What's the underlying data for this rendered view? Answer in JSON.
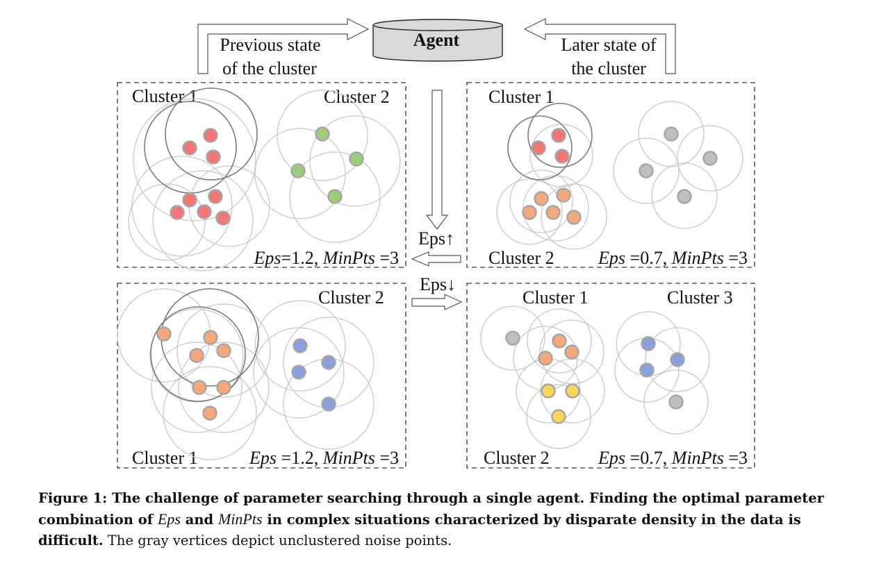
{
  "agent": {
    "label": "Agent"
  },
  "flow": {
    "previous_line1": "Previous state",
    "previous_line2": "of the cluster",
    "later_line1": "Later state of",
    "later_line2": "the cluster",
    "eps_up": "Eps↑",
    "eps_down": "Eps↓"
  },
  "panels": [
    {
      "id": "top-left",
      "labels": [
        {
          "text": "Cluster 1"
        },
        {
          "text": "Cluster 2"
        }
      ],
      "param": {
        "eps_name": "Eps",
        "eps_value": "=1.2, ",
        "minpts_name": "MinPts",
        "minpts_value": " =3"
      }
    },
    {
      "id": "top-right",
      "labels": [
        {
          "text": "Cluster 1"
        },
        {
          "text": "Cluster 2"
        }
      ],
      "param": {
        "eps_name": "Eps",
        "eps_value": " =0.7, ",
        "minpts_name": "MinPts",
        "minpts_value": " =3"
      }
    },
    {
      "id": "bottom-left",
      "labels": [
        {
          "text": "Cluster 2"
        },
        {
          "text": "Cluster 1"
        }
      ],
      "param": {
        "eps_name": "Eps",
        "eps_value": " =1.2, ",
        "minpts_name": "MinPts",
        "minpts_value": " =3"
      }
    },
    {
      "id": "bottom-right",
      "labels": [
        {
          "text": "Cluster 1"
        },
        {
          "text": "Cluster 3"
        },
        {
          "text": "Cluster 2"
        }
      ],
      "param": {
        "eps_name": "Eps",
        "eps_value": " =0.7, ",
        "minpts_name": "MinPts",
        "minpts_value": " =3"
      }
    }
  ],
  "colors": {
    "red": "#f47575",
    "green": "#9ccc7c",
    "orange": "#f5a87a",
    "blue": "#8aa0dc",
    "yellow": "#f8d65a",
    "gray": "#bfbfbf",
    "point_stroke": "#a6a6a6",
    "circle_light": "#c8c8c8",
    "circle_dark": "#7a7a7a",
    "agent_fill": "#d9d9d9"
  },
  "caption": {
    "bold_1": "Figure 1: The challenge of parameter searching through a single agent. Finding the optimal parameter combination of ",
    "math_eps": "Eps",
    "bold_and": " and ",
    "math_minpts": "MinPts",
    "bold_2": " in complex situations characterized by disparate density in the data is difficult.",
    "plain": " The gray vertices depict unclustered noise points."
  }
}
